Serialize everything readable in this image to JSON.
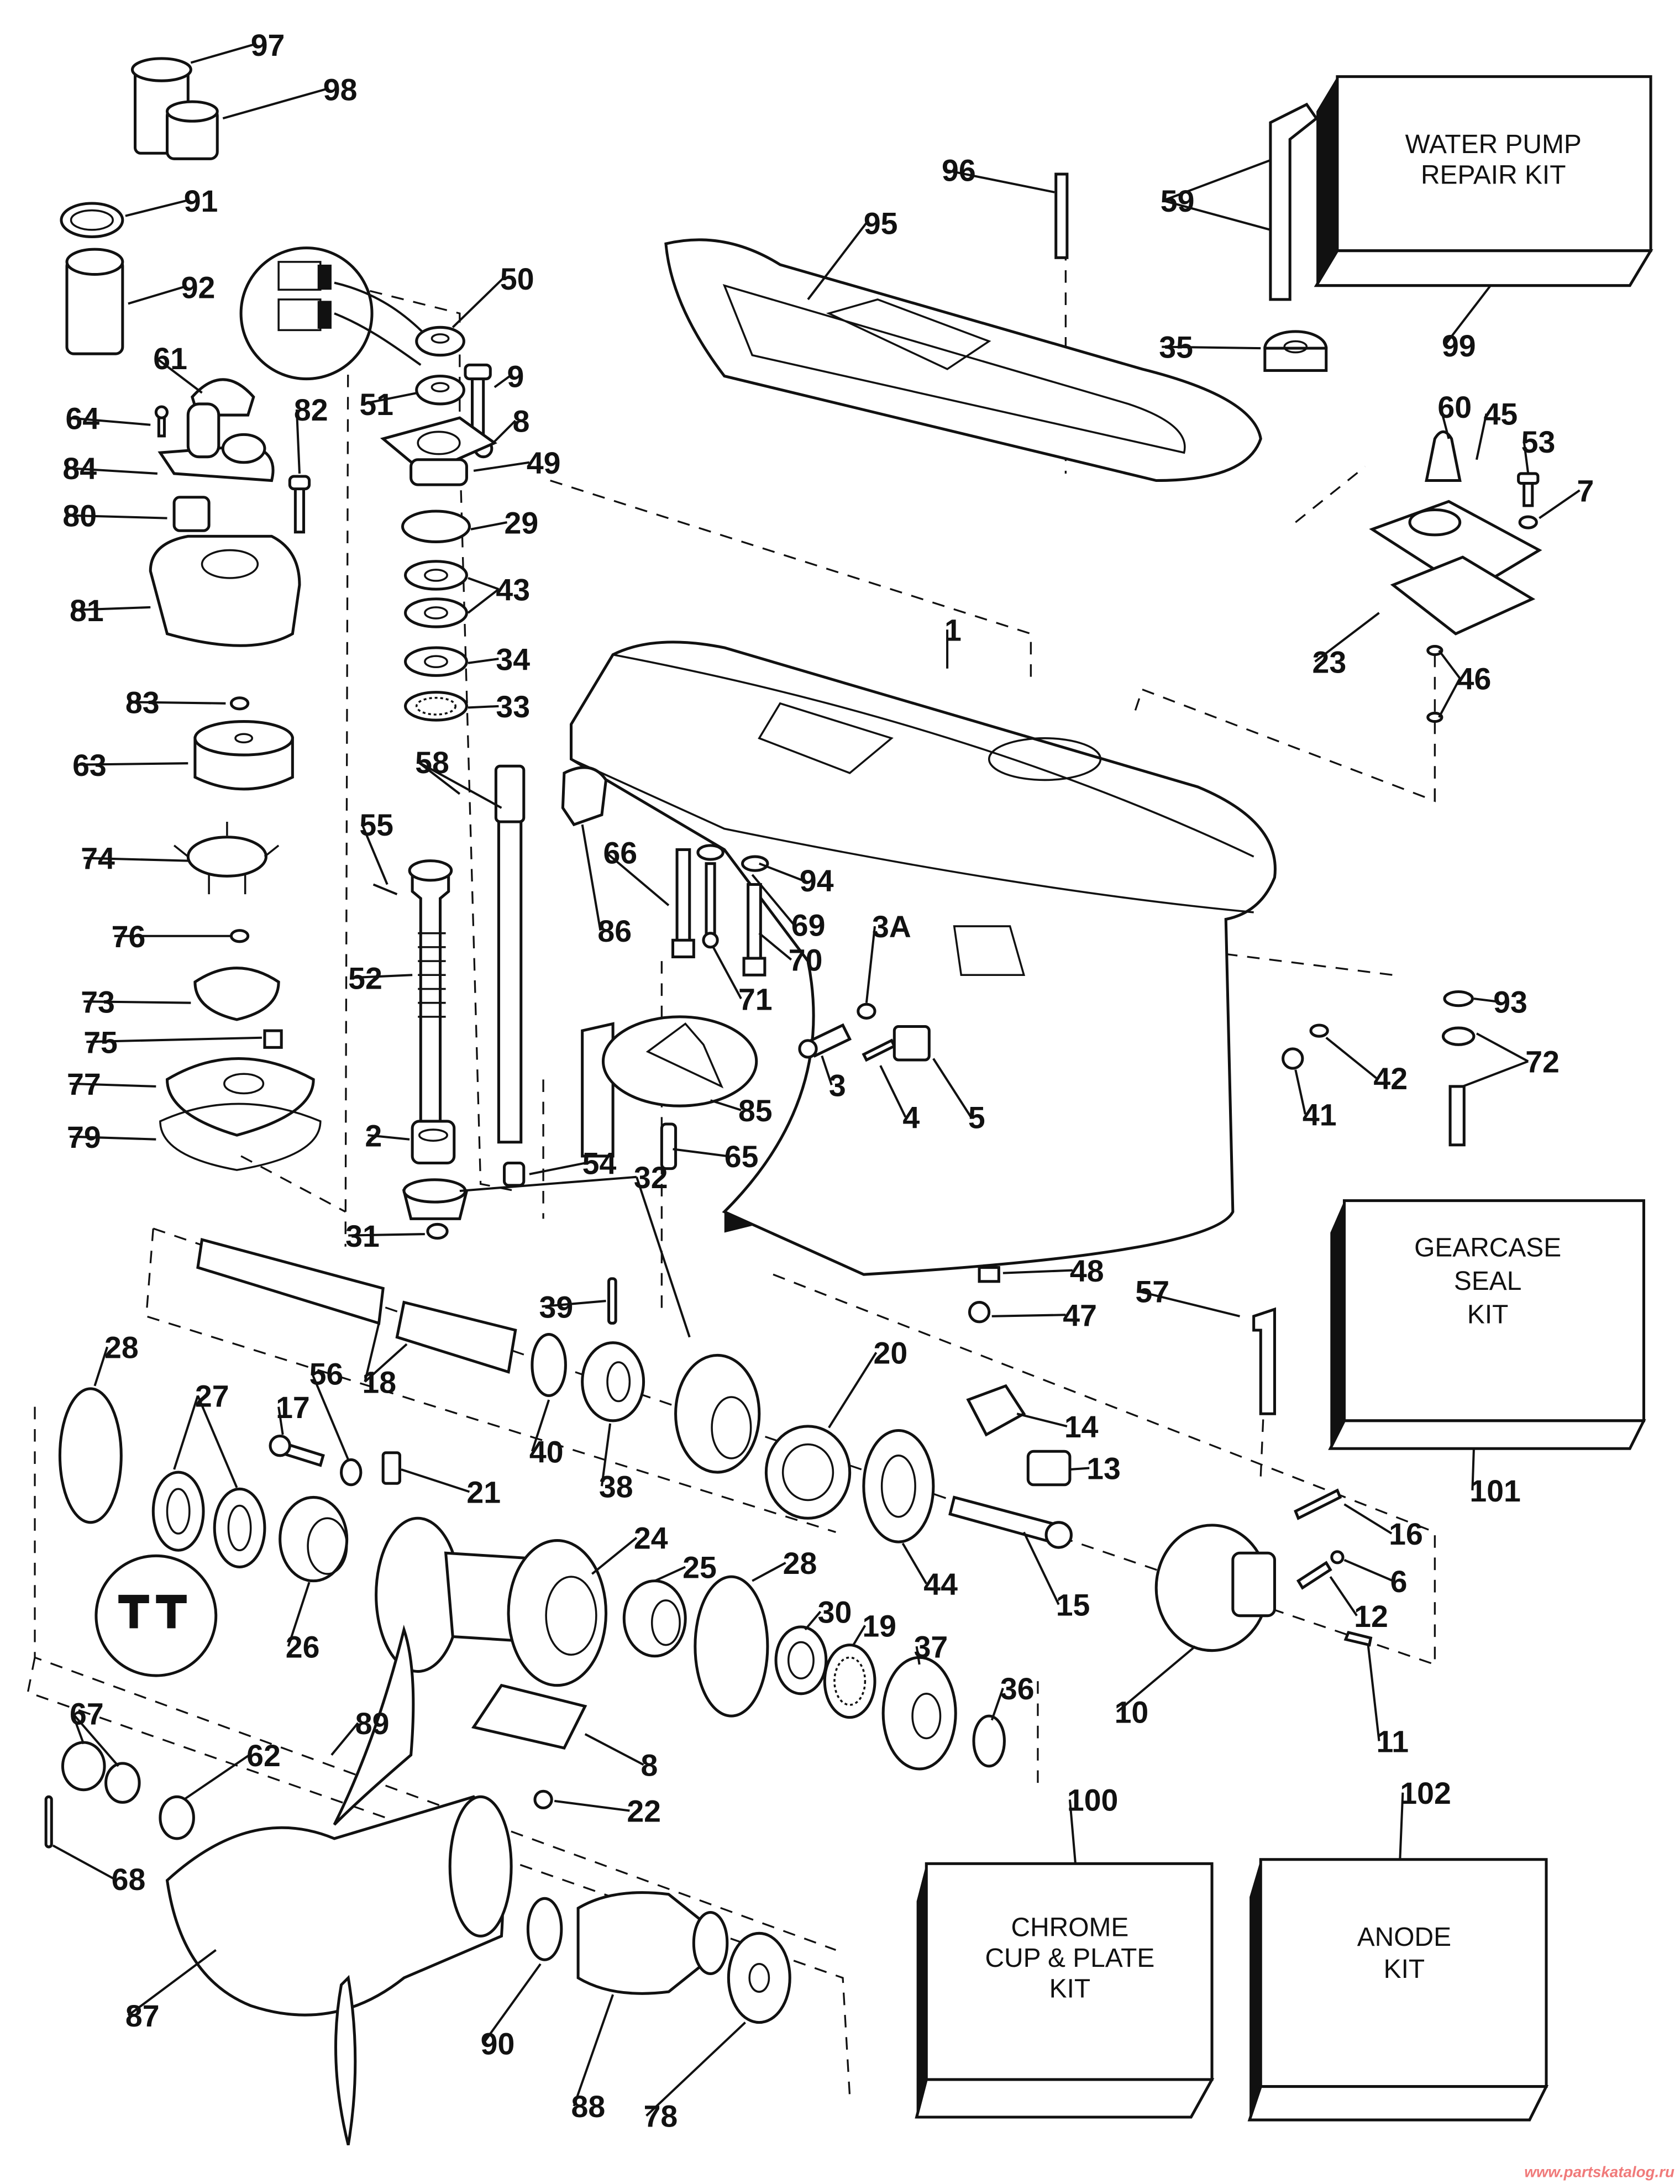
{
  "diagram": {
    "title": "Gearcase exploded parts diagram",
    "callouts": [
      "97",
      "98",
      "91",
      "92",
      "50",
      "51",
      "9",
      "8",
      "61",
      "64",
      "84",
      "82",
      "49",
      "80",
      "29",
      "81",
      "43",
      "34",
      "83",
      "33",
      "63",
      "58",
      "74",
      "55",
      "76",
      "52",
      "73",
      "75",
      "77",
      "79",
      "2",
      "54",
      "31",
      "32",
      "96",
      "95",
      "59",
      "35",
      "99",
      "60",
      "45",
      "53",
      "7",
      "23",
      "46",
      "1",
      "94",
      "66",
      "86",
      "69",
      "70",
      "3A",
      "71",
      "85",
      "3",
      "4",
      "5",
      "65",
      "93",
      "42",
      "72",
      "41",
      "48",
      "47",
      "57",
      "39",
      "28",
      "27",
      "17",
      "56",
      "18",
      "40",
      "38",
      "20",
      "14",
      "13",
      "21",
      "24",
      "26",
      "25",
      "44",
      "15",
      "16",
      "6",
      "12",
      "10",
      "11",
      "101",
      "28b",
      "30",
      "19",
      "37",
      "36",
      "8b",
      "22",
      "67",
      "62",
      "89",
      "68",
      "100",
      "102",
      "87",
      "90",
      "88",
      "78"
    ],
    "labels": {
      "97": "97",
      "98": "98",
      "91": "91",
      "92": "92",
      "50": "50",
      "51": "51",
      "9": "9",
      "8": "8",
      "61": "61",
      "64": "64",
      "84": "84",
      "82": "82",
      "49": "49",
      "80": "80",
      "29": "29",
      "81": "81",
      "43": "43",
      "34": "34",
      "83": "83",
      "33": "33",
      "63": "63",
      "58": "58",
      "74": "74",
      "55": "55",
      "76": "76",
      "52": "52",
      "73": "73",
      "75": "75",
      "77": "77",
      "79": "79",
      "2": "2",
      "54": "54",
      "31": "31",
      "32": "32",
      "96": "96",
      "95": "95",
      "59": "59",
      "35": "35",
      "99": "99",
      "60": "60",
      "45": "45",
      "53": "53",
      "7": "7",
      "23": "23",
      "46": "46",
      "1": "1",
      "94": "94",
      "66": "66",
      "86": "86",
      "69": "69",
      "70": "70",
      "3A": "3A",
      "71": "71",
      "85": "85",
      "3": "3",
      "4": "4",
      "5": "5",
      "65": "65",
      "93": "93",
      "42": "42",
      "72": "72",
      "41": "41",
      "48": "48",
      "47": "47",
      "57": "57",
      "39": "39",
      "28": "28",
      "27": "27",
      "17": "17",
      "56": "56",
      "18": "18",
      "40": "40",
      "38": "38",
      "20": "20",
      "14": "14",
      "13": "13",
      "21": "21",
      "24": "24",
      "26": "26",
      "25": "25",
      "44": "44",
      "15": "15",
      "16": "16",
      "6": "6",
      "12": "12",
      "10": "10",
      "11": "11",
      "101": "101",
      "28b": "28",
      "30": "30",
      "19": "19",
      "37": "37",
      "36": "36",
      "8b": "8",
      "22": "22",
      "67": "67",
      "62": "62",
      "89": "89",
      "68": "68",
      "100": "100",
      "102": "102",
      "87": "87",
      "90": "90",
      "88": "88",
      "78": "78"
    },
    "kits": {
      "water_pump": {
        "line1": "WATER PUMP",
        "line2": "REPAIR KIT",
        "number": "99"
      },
      "gearcase_seal": {
        "line1": "GEARCASE",
        "line2": "SEAL",
        "line3": "KIT",
        "number": "101"
      },
      "chrome_cup": {
        "line1": "CHROME",
        "line2": "CUP & PLATE",
        "line3": "KIT",
        "number": "100"
      },
      "anode": {
        "line1": "ANODE",
        "line2": "KIT",
        "number": "102"
      }
    },
    "watermark": "www.partskatalog.ru",
    "colors": {
      "ink": "#111111",
      "background": "#ffffff",
      "watermark": "#f07a7a"
    }
  }
}
